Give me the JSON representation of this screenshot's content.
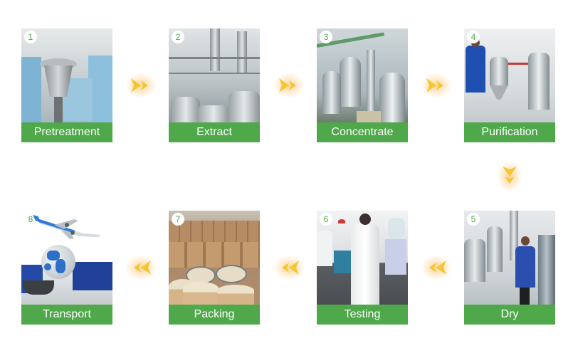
{
  "colors": {
    "label_bg": "#4fa84a",
    "label_text": "#ffffff",
    "number_text": "#4fa84a",
    "arrow": "#f7c530",
    "arrow_glow": "#fbb44a"
  },
  "steps": [
    {
      "number": "1",
      "label": "Pretreatment",
      "scene": "cleanroom workers in blue suits around stainless hopper"
    },
    {
      "number": "2",
      "label": "Extract",
      "scene": "stainless steel extraction tanks and pipes"
    },
    {
      "number": "3",
      "label": "Concentrate",
      "scene": "stainless concentration evaporators"
    },
    {
      "number": "4",
      "label": "Purification",
      "scene": "worker in blue coat at purification tanks"
    },
    {
      "number": "5",
      "label": "Dry",
      "scene": "worker in blue coat at drying equipment"
    },
    {
      "number": "6",
      "label": "Testing",
      "scene": "lab technician in white coat testing"
    },
    {
      "number": "7",
      "label": "Packing",
      "scene": "fiber drums stacked in warehouse"
    },
    {
      "number": "8",
      "label": "Transport",
      "scene": "airplane, globe, ship and containers"
    }
  ],
  "arrows": [
    {
      "from": "1",
      "to": "2",
      "direction": "right"
    },
    {
      "from": "2",
      "to": "3",
      "direction": "right"
    },
    {
      "from": "3",
      "to": "4",
      "direction": "right"
    },
    {
      "from": "4",
      "to": "5",
      "direction": "down"
    },
    {
      "from": "5",
      "to": "6",
      "direction": "left"
    },
    {
      "from": "6",
      "to": "7",
      "direction": "left"
    },
    {
      "from": "7",
      "to": "8",
      "direction": "left"
    }
  ]
}
